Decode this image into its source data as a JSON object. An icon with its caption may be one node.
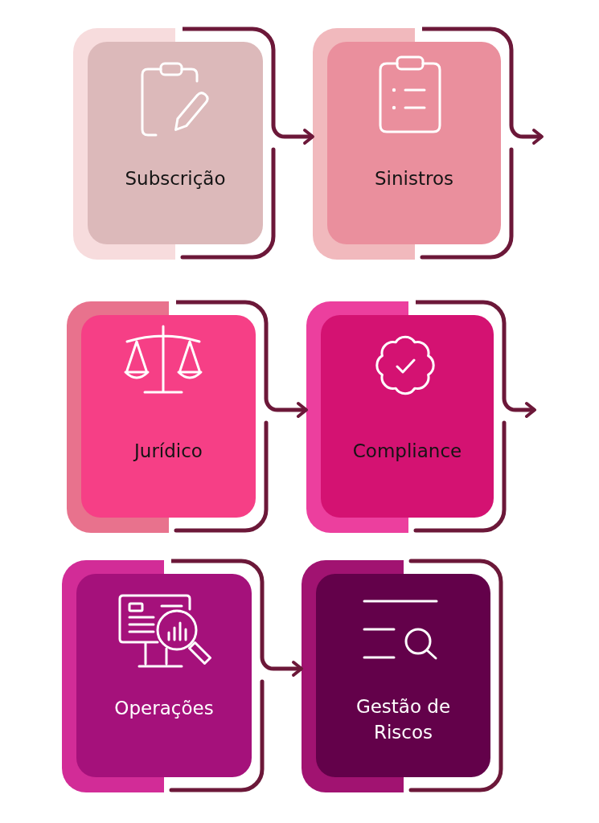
{
  "diagram": {
    "nodes": [
      {
        "text": [
          "Subscrição"
        ]
      },
      {
        "text": [
          "Sinistros"
        ]
      },
      {
        "text": [
          "Jurídico"
        ]
      },
      {
        "text": [
          "Compliance"
        ]
      },
      {
        "text": [
          "Operações"
        ]
      },
      {
        "text": [
          "Gestão de Riscos"
        ]
      }
    ],
    "edges": [
      {
        "from": 0,
        "to": 1,
        "arrow": "to"
      },
      {
        "from": 1,
        "to": null,
        "arrow": "to"
      },
      {
        "from": 2,
        "to": 3,
        "arrow": "to"
      },
      {
        "from": 3,
        "to": null,
        "arrow": "to"
      },
      {
        "from": 4,
        "to": 5,
        "arrow": "to"
      }
    ]
  }
}
